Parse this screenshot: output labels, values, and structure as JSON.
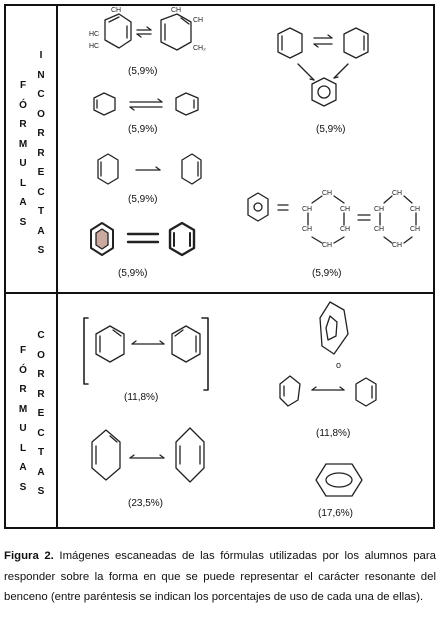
{
  "section_top": {
    "label_col1": [
      "F",
      "Ó",
      "R",
      "M",
      "U",
      "L",
      "A",
      "S"
    ],
    "label_col2": [
      "I",
      "N",
      "C",
      "O",
      "R",
      "R",
      "E",
      "C",
      "T",
      "A",
      "S"
    ],
    "percentages": [
      "(5,9%)",
      "(5,9%)",
      "(5,9%)",
      "(5,9%)",
      "(5,9%)",
      "(5,9%)",
      "(5,9%)"
    ],
    "sketch_labels": {
      "ch": "CH",
      "hc": "HC",
      "ch2": "CH₂"
    }
  },
  "section_bottom": {
    "label_col1": [
      "F",
      "Ó",
      "R",
      "M",
      "U",
      "L",
      "A",
      "S"
    ],
    "label_col2": [
      "C",
      "O",
      "R",
      "R",
      "E",
      "C",
      "T",
      "A",
      "S"
    ],
    "percentages": [
      "(11,8%)",
      "(23,5%)",
      "(11,8%)",
      "(17,6%)"
    ],
    "sketch_labels": {
      "o": "o"
    }
  },
  "caption": {
    "label": "Figura 2.",
    "text": "Imágenes escaneadas de las fórmulas utilizadas por los alumnos para responder sobre la forma en que se puede representar el carácter resonante del benceno (entre paréntesis se indican los porcentajes de uso de cada una de ellas)."
  }
}
